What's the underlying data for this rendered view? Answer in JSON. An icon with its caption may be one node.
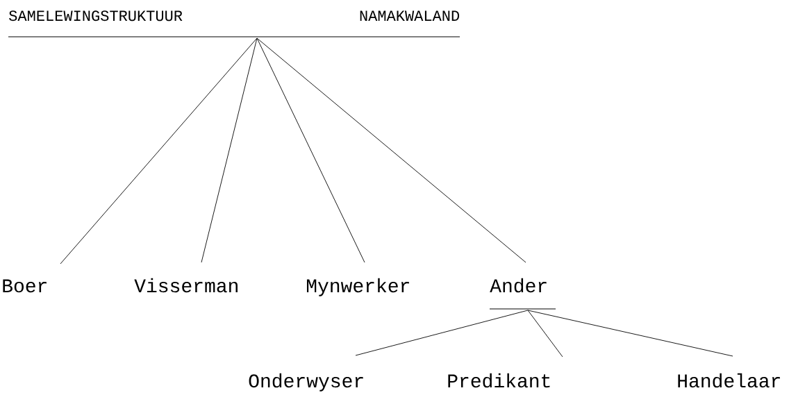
{
  "diagram": {
    "nodes": [
      {
        "text": [
          "SAMELEWINGSTRUKTUUR",
          "NAMAKWALAND"
        ]
      },
      {
        "text": [
          "Boer"
        ]
      },
      {
        "text": [
          "Visserman"
        ]
      },
      {
        "text": [
          "Mynwerker"
        ]
      },
      {
        "text": [
          "Ander"
        ]
      },
      {
        "text": [
          "Onderwyser"
        ]
      },
      {
        "text": [
          "Predikant"
        ]
      },
      {
        "text": [
          "Handelaar"
        ]
      }
    ],
    "edges": [
      {
        "from": 0,
        "to": 1,
        "arrow": "none"
      },
      {
        "from": 0,
        "to": 2,
        "arrow": "none"
      },
      {
        "from": 0,
        "to": 3,
        "arrow": "none"
      },
      {
        "from": 0,
        "to": 4,
        "arrow": "none"
      },
      {
        "from": 4,
        "to": 5,
        "arrow": "none"
      },
      {
        "from": 4,
        "to": 6,
        "arrow": "none"
      },
      {
        "from": 4,
        "to": 7,
        "arrow": "none"
      }
    ]
  }
}
